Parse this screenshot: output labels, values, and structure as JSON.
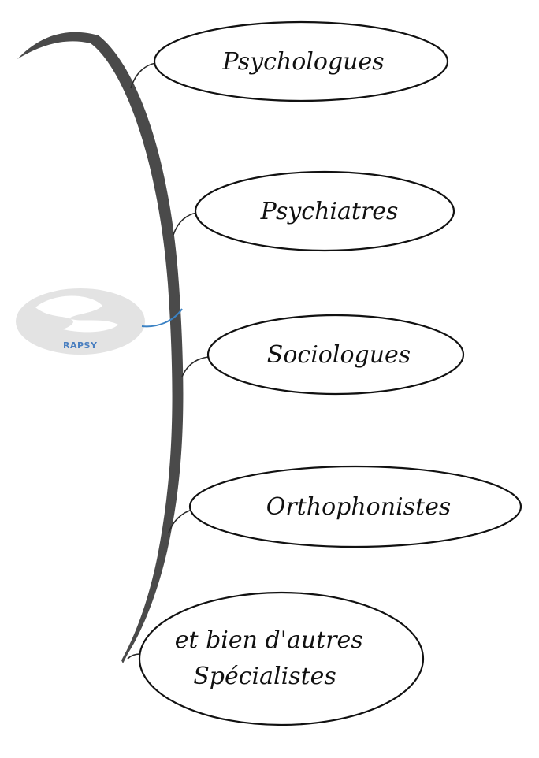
{
  "diagram": {
    "logo": {
      "text": "RAPSY",
      "text_color": "#4a7fc0",
      "blob_color": "#e3e3e3",
      "hands_color": "#ffffff",
      "link_color": "#3b82c4"
    },
    "trunk_color": "#4a4a4a",
    "nodes": [
      {
        "lines": [
          "Psychologues"
        ]
      },
      {
        "lines": [
          "Psychiatres"
        ]
      },
      {
        "lines": [
          "Sociologues"
        ]
      },
      {
        "lines": [
          "Orthophonistes"
        ]
      },
      {
        "lines": [
          "et bien d'autres",
          "Spécialistes"
        ]
      }
    ]
  }
}
